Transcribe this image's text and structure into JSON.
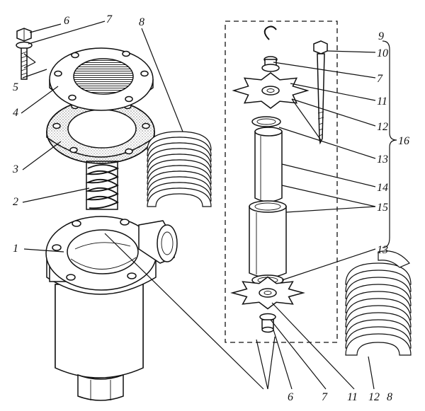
{
  "labels": {
    "l1": "1",
    "l2": "2",
    "l3": "3",
    "l4": "4",
    "l5": "5",
    "l6a": "6",
    "l7a": "7",
    "l8a": "8",
    "l9": "9",
    "l10": "10",
    "l7b": "7",
    "l11a": "11",
    "l12a": "12",
    "l13a": "13",
    "l14": "14",
    "l15": "15",
    "l13b": "13",
    "l16": "16",
    "l6b": "6",
    "l7c": "7",
    "l11b": "11",
    "l12b": "12",
    "l8b": "8"
  }
}
